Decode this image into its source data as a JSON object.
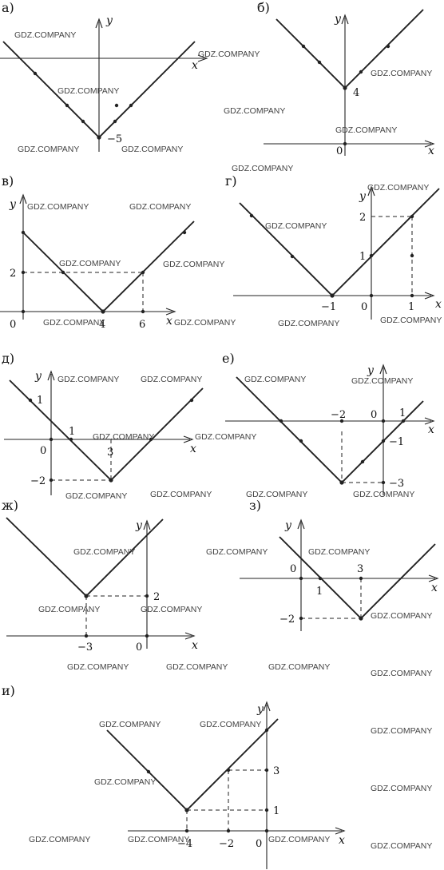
{
  "chart_data": [
    {
      "type": "line",
      "panel_label": "а)",
      "xlabel": "x",
      "ylabel": "y",
      "vertex": [
        0,
        -5
      ],
      "vertex_label": "−5",
      "line_y": 0,
      "tick_labels": []
    },
    {
      "type": "line",
      "panel_label": "б)",
      "xlabel": "x",
      "ylabel": "y",
      "vertex": [
        0,
        4
      ],
      "vertex_label": "4",
      "tick_labels": [
        "0"
      ]
    },
    {
      "type": "line",
      "panel_label": "в)",
      "xlabel": "x",
      "ylabel": "y",
      "vertex": [
        4,
        0
      ],
      "tick_labels": [
        "0",
        "2",
        "4",
        "6"
      ],
      "guide_point": [
        6,
        2
      ]
    },
    {
      "type": "line",
      "panel_label": "г)",
      "xlabel": "x",
      "ylabel": "y",
      "vertex": [
        -1,
        0
      ],
      "tick_labels": [
        "−1",
        "0",
        "1",
        "1",
        "2"
      ],
      "guide_point": [
        1,
        2
      ]
    },
    {
      "type": "line",
      "panel_label": "д)",
      "xlabel": "x",
      "ylabel": "y",
      "vertex": [
        3,
        -2
      ],
      "tick_labels": [
        "1",
        "0",
        "1",
        "3",
        "−2"
      ]
    },
    {
      "type": "line",
      "panel_label": "е)",
      "xlabel": "x",
      "ylabel": "y",
      "vertex": [
        -2,
        -3
      ],
      "tick_labels": [
        "−2",
        "0",
        "1",
        "−1",
        "−3"
      ]
    },
    {
      "type": "line",
      "panel_label": "ж)",
      "xlabel": "x",
      "ylabel": "y",
      "vertex": [
        -3,
        2
      ],
      "tick_labels": [
        "2",
        "−3",
        "0"
      ]
    },
    {
      "type": "line",
      "panel_label": "з)",
      "xlabel": "x",
      "ylabel": "y",
      "vertex": [
        3,
        -2
      ],
      "tick_labels": [
        "0",
        "1",
        "3",
        "−2"
      ]
    },
    {
      "type": "line",
      "panel_label": "и)",
      "xlabel": "x",
      "ylabel": "y",
      "vertex": [
        -4,
        1
      ],
      "tick_labels": [
        "3",
        "1",
        "−4",
        "−2",
        "0"
      ],
      "guide_point": [
        -2,
        3
      ]
    }
  ],
  "watermark": "GDZ.COMPANY"
}
